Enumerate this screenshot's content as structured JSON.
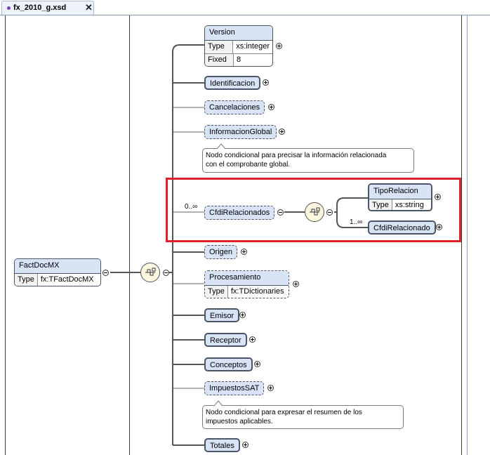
{
  "tab": {
    "title": "fx_2010_g.xsd",
    "close": "✕"
  },
  "root": {
    "name": "FactDocMX",
    "type_key": "Type",
    "type_value": "fx:TFactDocMX"
  },
  "elements": {
    "version": {
      "name": "Version",
      "rows": [
        {
          "k": "Type",
          "v": "xs:integer"
        },
        {
          "k": "Fixed",
          "v": "8"
        }
      ]
    },
    "identificacion": "Identificacion",
    "cancelaciones": "Cancelaciones",
    "informacion_global": "InformacionGlobal",
    "informacion_global_note_1": "Nodo condicional para precisar la información relacionada",
    "informacion_global_note_2": "con el comprobante global.",
    "cfdi_relacionados": "CfdiRelacionados",
    "cfdi_relacionados_card": "0..∞",
    "tipo_relacion": {
      "name": "TipoRelacion",
      "type_key": "Type",
      "type_value": "xs:string"
    },
    "cfdi_relacionado": "CfdiRelacionado",
    "cfdi_relacionado_card": "1..∞",
    "origen": "Origen",
    "procesamiento": {
      "name": "Procesamiento",
      "type_key": "Type",
      "type_value": "fx:TDictionaries"
    },
    "emisor": "Emisor",
    "receptor": "Receptor",
    "conceptos": "Conceptos",
    "impuestos_sat": "ImpuestosSAT",
    "impuestos_note_1": "Nodo condicional para expresar el resumen de los",
    "impuestos_note_2": "impuestos aplicables.",
    "totales": "Totales"
  },
  "colors": {
    "element_fill": "#d8e3f6",
    "highlight": "#e0202a",
    "compositor_fill": "#fbf6dd"
  },
  "icons": {
    "compositor": "sequence-compositor-icon",
    "expand": "expand-plus-icon",
    "collapse": "collapse-minus-icon"
  }
}
